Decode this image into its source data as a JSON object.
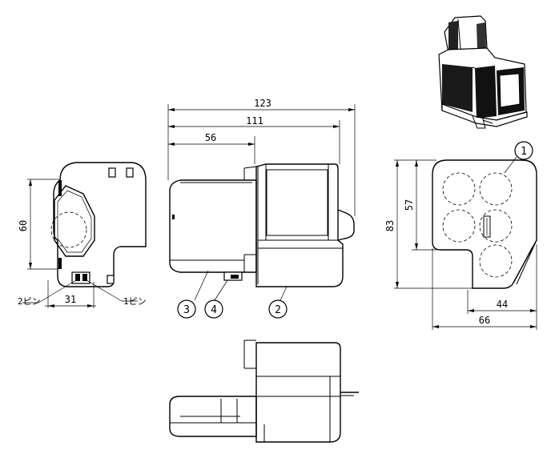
{
  "dimensions": {
    "overall_length": "123",
    "body_length": "111",
    "front_length": "56",
    "side_height": "60",
    "side_width": "31",
    "bottom_height": "83",
    "bottom_inner_height": "57",
    "bottom_width": "66",
    "bottom_inner_width": "44"
  },
  "labels": {
    "pin_2": "2ピン",
    "pin_1": "1ピン"
  },
  "callouts": {
    "c1": "1",
    "c2": "2",
    "c3": "3",
    "c4": "4"
  }
}
